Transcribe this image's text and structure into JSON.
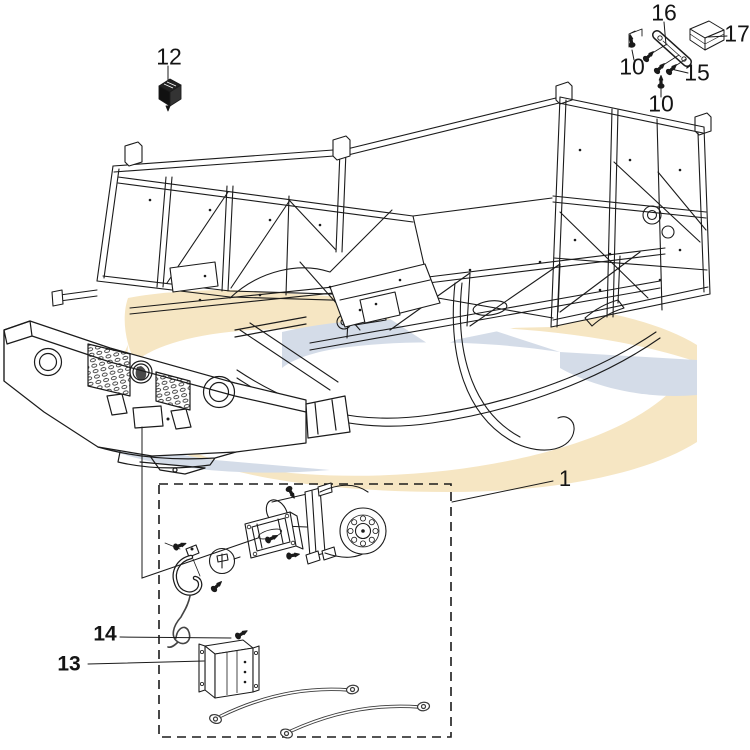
{
  "colors": {
    "background": "#ffffff",
    "line": "#1b1b1b",
    "watermark_cream": "#f6e6c3",
    "watermark_blue": "#d4dce8",
    "cable": "#3a3a3a"
  },
  "callouts": [
    {
      "id": "12",
      "text": "12"
    },
    {
      "id": "16",
      "text": "16"
    },
    {
      "id": "17",
      "text": "17"
    },
    {
      "id": "10-upper",
      "text": "10"
    },
    {
      "id": "15",
      "text": "15"
    },
    {
      "id": "10-lower",
      "text": "10"
    },
    {
      "id": "1",
      "text": "1"
    },
    {
      "id": "14",
      "text": "14"
    },
    {
      "id": "13",
      "text": "13"
    }
  ]
}
